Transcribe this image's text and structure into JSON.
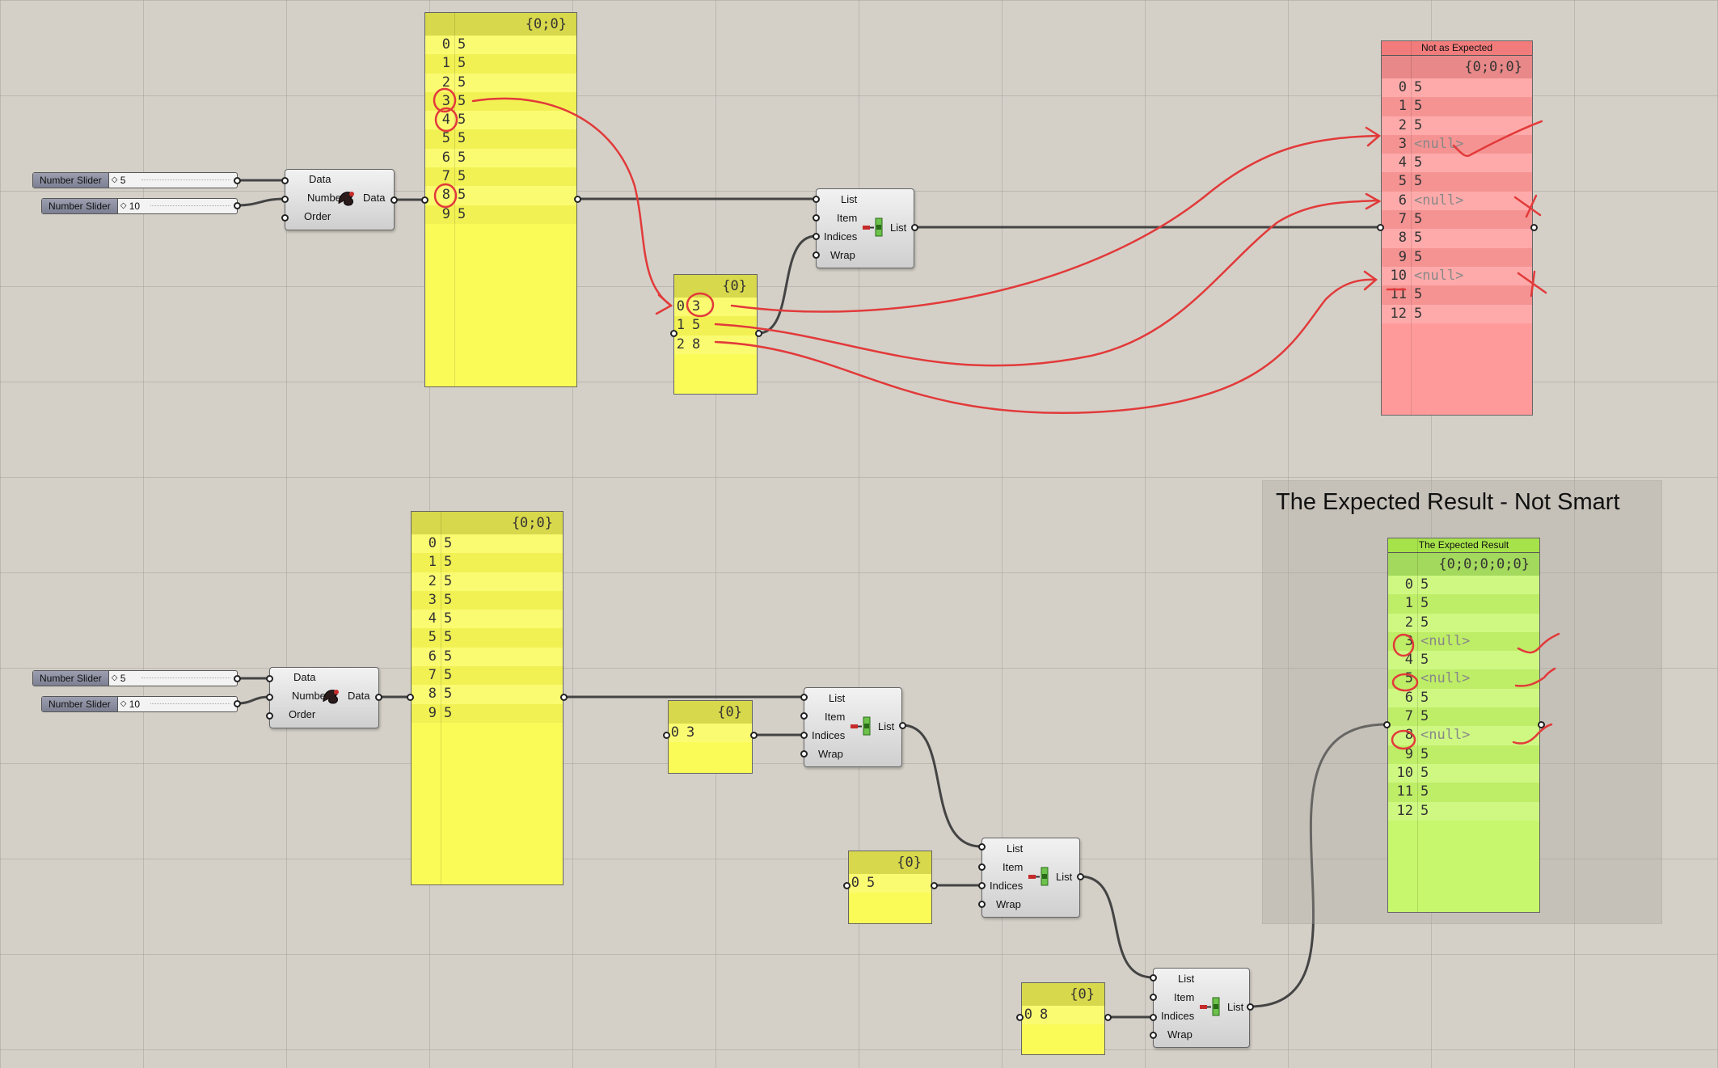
{
  "colors": {
    "yellow_panel": "#fbfb58",
    "red_panel": "#ff9a9a",
    "green_panel": "#c6f76c",
    "wire": "#444444",
    "annotation_ink": "#e23a3a",
    "canvas": "#d4d0c8"
  },
  "top": {
    "slider_count": {
      "label": "Number Slider",
      "value": "5"
    },
    "slider_range": {
      "label": "Number Slider",
      "value": "10"
    },
    "sort": {
      "inputs": [
        "Data",
        "Number",
        "Order"
      ],
      "output": "Data",
      "icon": "sort-icon"
    },
    "data_panel": {
      "path": "{0;0}",
      "rows": [
        {
          "i": "0",
          "v": "5"
        },
        {
          "i": "1",
          "v": "5"
        },
        {
          "i": "2",
          "v": "5"
        },
        {
          "i": "3",
          "v": "5"
        },
        {
          "i": "4",
          "v": "5"
        },
        {
          "i": "5",
          "v": "5"
        },
        {
          "i": "6",
          "v": "5"
        },
        {
          "i": "7",
          "v": "5"
        },
        {
          "i": "8",
          "v": "5"
        },
        {
          "i": "9",
          "v": "5"
        }
      ]
    },
    "indices_panel": {
      "path": "{0}",
      "rows": [
        {
          "i": "0",
          "v": "3"
        },
        {
          "i": "1",
          "v": "5"
        },
        {
          "i": "2",
          "v": "8"
        }
      ]
    },
    "list_item": {
      "inputs": [
        "List",
        "Item",
        "Indices",
        "Wrap"
      ],
      "output": "List",
      "icon": "list-item-icon"
    },
    "result_panel": {
      "title": "Not as Expected",
      "path": "{0;0;0}",
      "rows": [
        {
          "i": "0",
          "v": "5"
        },
        {
          "i": "1",
          "v": "5"
        },
        {
          "i": "2",
          "v": "5"
        },
        {
          "i": "3",
          "v": "<null>"
        },
        {
          "i": "4",
          "v": "5"
        },
        {
          "i": "5",
          "v": "5"
        },
        {
          "i": "6",
          "v": "<null>"
        },
        {
          "i": "7",
          "v": "5"
        },
        {
          "i": "8",
          "v": "5"
        },
        {
          "i": "9",
          "v": "5"
        },
        {
          "i": "10",
          "v": "<null>"
        },
        {
          "i": "11",
          "v": "5"
        },
        {
          "i": "12",
          "v": "5"
        }
      ]
    }
  },
  "bottom": {
    "slider_count": {
      "label": "Number Slider",
      "value": "5"
    },
    "slider_range": {
      "label": "Number Slider",
      "value": "10"
    },
    "sort": {
      "inputs": [
        "Data",
        "Number",
        "Order"
      ],
      "output": "Data",
      "icon": "sort-icon"
    },
    "data_panel": {
      "path": "{0;0}",
      "rows": [
        {
          "i": "0",
          "v": "5"
        },
        {
          "i": "1",
          "v": "5"
        },
        {
          "i": "2",
          "v": "5"
        },
        {
          "i": "3",
          "v": "5"
        },
        {
          "i": "4",
          "v": "5"
        },
        {
          "i": "5",
          "v": "5"
        },
        {
          "i": "6",
          "v": "5"
        },
        {
          "i": "7",
          "v": "5"
        },
        {
          "i": "8",
          "v": "5"
        },
        {
          "i": "9",
          "v": "5"
        }
      ]
    },
    "idx_panel_1": {
      "path": "{0}",
      "rows": [
        {
          "i": "0",
          "v": "3"
        }
      ]
    },
    "idx_panel_2": {
      "path": "{0}",
      "rows": [
        {
          "i": "0",
          "v": "5"
        }
      ]
    },
    "idx_panel_3": {
      "path": "{0}",
      "rows": [
        {
          "i": "0",
          "v": "8"
        }
      ]
    },
    "list_item_1": {
      "inputs": [
        "List",
        "Item",
        "Indices",
        "Wrap"
      ],
      "output": "List"
    },
    "list_item_2": {
      "inputs": [
        "List",
        "Item",
        "Indices",
        "Wrap"
      ],
      "output": "List"
    },
    "list_item_3": {
      "inputs": [
        "List",
        "Item",
        "Indices",
        "Wrap"
      ],
      "output": "List"
    },
    "group_title": "The Expected Result - Not Smart",
    "result_panel": {
      "title": "The Expected Result",
      "path": "{0;0;0;0;0}",
      "rows": [
        {
          "i": "0",
          "v": "5"
        },
        {
          "i": "1",
          "v": "5"
        },
        {
          "i": "2",
          "v": "5"
        },
        {
          "i": "3",
          "v": "<null>"
        },
        {
          "i": "4",
          "v": "5"
        },
        {
          "i": "5",
          "v": "<null>"
        },
        {
          "i": "6",
          "v": "5"
        },
        {
          "i": "7",
          "v": "5"
        },
        {
          "i": "8",
          "v": "<null>"
        },
        {
          "i": "9",
          "v": "5"
        },
        {
          "i": "10",
          "v": "5"
        },
        {
          "i": "11",
          "v": "5"
        },
        {
          "i": "12",
          "v": "5"
        }
      ]
    }
  }
}
